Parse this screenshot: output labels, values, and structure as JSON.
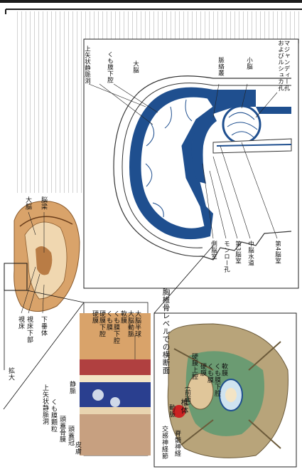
{
  "colors": {
    "frame_dark": "#1b1b1b",
    "ventricle_blue": "#1f4f8f",
    "stripe_gray": "#c9c9c9",
    "brain_tan": "#d9a36a",
    "spine_green": "#6b9b72"
  },
  "brain_diagram": {
    "labels": {
      "sagittal_sinus": "上矢状静脈洞",
      "subarachnoid_space": "くも膜下腔",
      "cerebrum": "大脳",
      "choroid_plexus": "脈絡叢",
      "cerebellum": "小脳",
      "foramina": "マジャンディー孔\nおよびルシュカ孔",
      "lateral_ventricle": "側脳室",
      "foramen_monro": "モンロー孔",
      "third_ventricle": "第3脳室",
      "aqueduct": "中脳水道",
      "fourth_ventricle": "第4脳室"
    }
  },
  "section_labels": {
    "cerebrum": "大脳",
    "corpus_callosum": "脳梁",
    "thalamus": "視床",
    "hypothalamus": "視床下部",
    "pituitary": "下垂体",
    "enlarge": "拡大"
  },
  "meninges_detail": {
    "labels": {
      "dura": "硬膜",
      "subdural": "硬膜下腔",
      "arachnoid": "くも膜",
      "subarachnoid": "くも膜下腔",
      "pia": "軟膜",
      "cerebral_artery": "大脳動脈",
      "hemisphere": "大脳半球",
      "vein": "静脈",
      "sagittal_sinus": "上矢状静脈洞",
      "granulation": "くも膜顆粒",
      "periosteum": "頭蓋骨膜",
      "skull": "頭蓋冠",
      "scalp": "皮膚"
    }
  },
  "spine_detail": {
    "caption": "胸椎骨レベルでの横断面",
    "subtitle": "(前面)",
    "labels": {
      "epidural": "硬膜上腔",
      "dura": "硬膜",
      "arachnoid": "くも膜",
      "subarachnoid": "くも膜下腔",
      "pia": "軟膜",
      "vertebral_body": "椎体",
      "artery": "動脈",
      "sympathetic_ganglion": "交感神経節",
      "spinal_nerve": "脊髄神経"
    }
  }
}
